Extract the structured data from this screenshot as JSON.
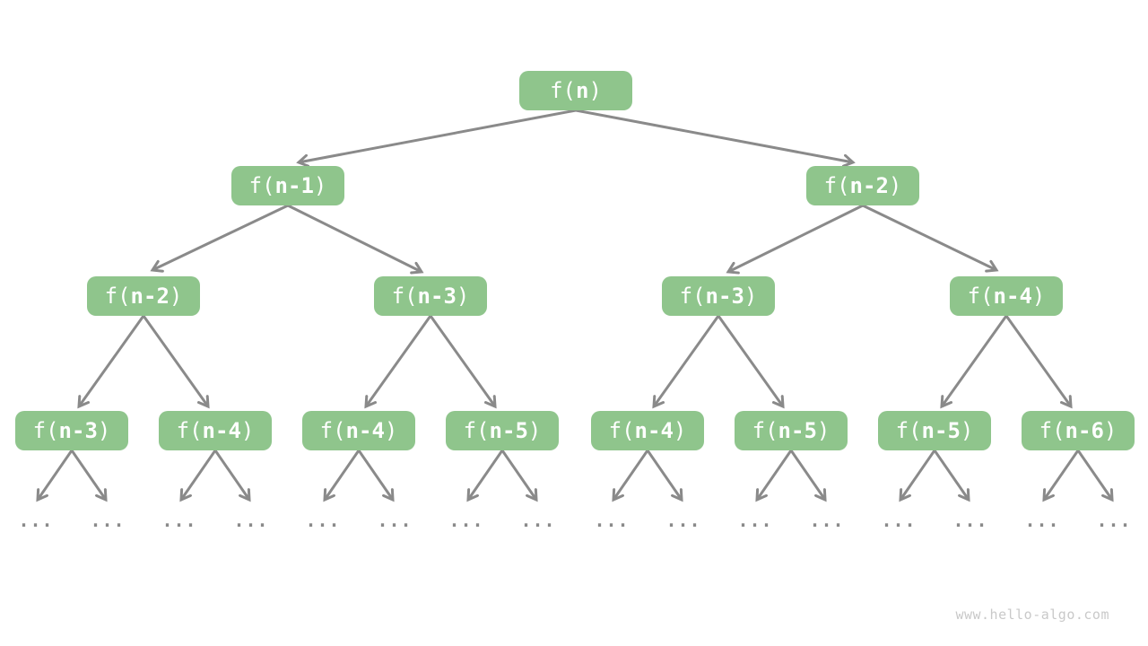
{
  "colors": {
    "background": "#ffffff",
    "node_fill": "#8fc58c",
    "node_text": "#ffffff",
    "arrow": "#8a8a8a",
    "ellipsis": "#8a8a8a",
    "watermark": "#c9c9c9"
  },
  "tree": {
    "node_prefix": "f(",
    "node_suffix": ")",
    "levels": [
      {
        "args": [
          "n"
        ]
      },
      {
        "args": [
          "n-1",
          "n-2"
        ]
      },
      {
        "args": [
          "n-2",
          "n-3",
          "n-3",
          "n-4"
        ]
      },
      {
        "args": [
          "n-3",
          "n-4",
          "n-4",
          "n-5",
          "n-4",
          "n-5",
          "n-5",
          "n-6"
        ]
      }
    ],
    "ellipsis": "..."
  },
  "watermark": "www.hello-algo.com"
}
